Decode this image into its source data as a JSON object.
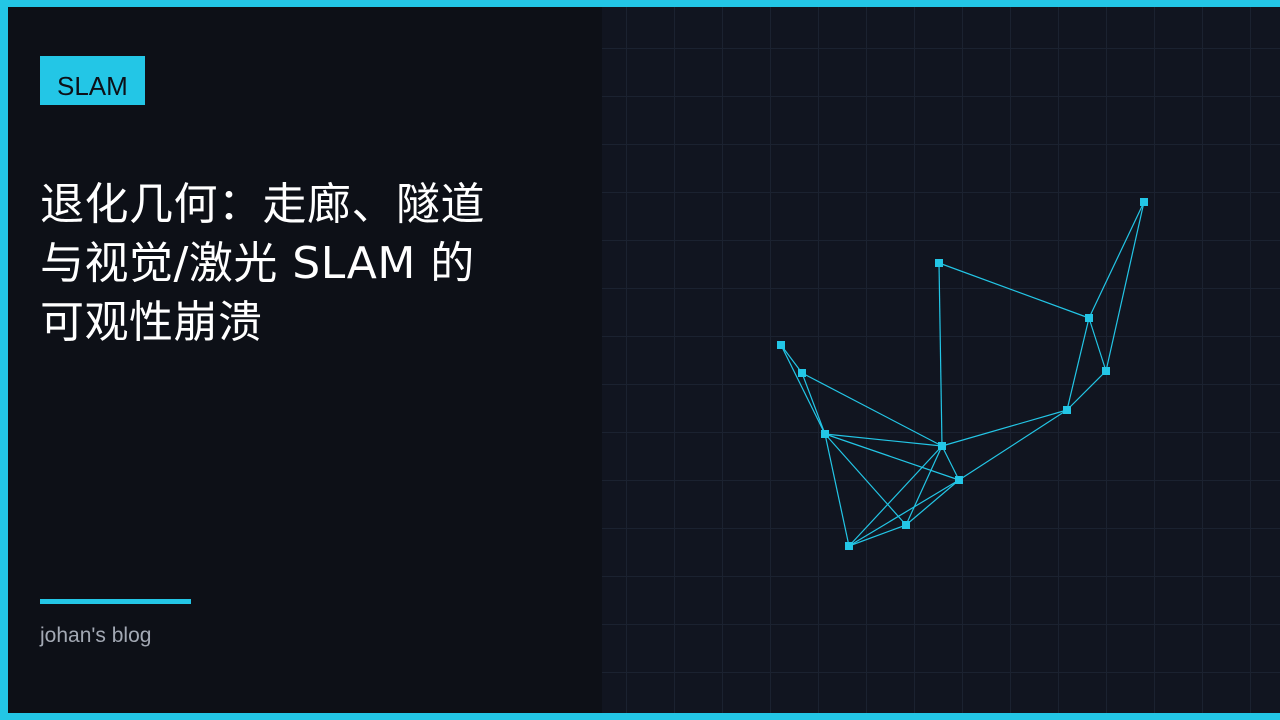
{
  "tag": {
    "label": "SLAM"
  },
  "title": {
    "line1": "退化几何：走廊、隧道",
    "line2": "与视觉/激光 SLAM 的",
    "line3": "可观性崩溃"
  },
  "author": {
    "label": "johan's blog"
  },
  "colors": {
    "accent": "#23c6e6",
    "background": "#0d1017",
    "panel": "#111520",
    "text": "#ffffff",
    "muted": "#a3a9b4"
  },
  "icons": {
    "graph": "pose-graph-illustration"
  }
}
